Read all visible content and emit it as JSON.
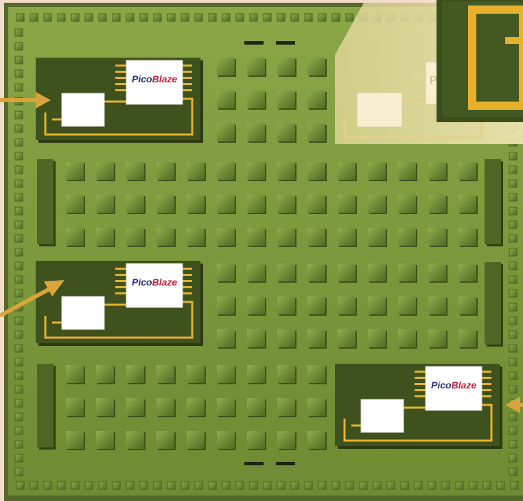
{
  "diagram": {
    "colors": {
      "background": "#f3dcc8",
      "board": "#7e9a3c",
      "board_edge": "#4f6224",
      "pad": "#5e7a2a",
      "block": "#3f521d",
      "wire": "#e8b12c",
      "arrow": "#d9a53a",
      "chip": "#ffffff",
      "logo_pico": "#2a2f7a",
      "logo_blaze": "#c0213a"
    },
    "modules": [
      {
        "id": "module-top-left",
        "logo_pico": "Pico",
        "logo_blaze": "Blaze"
      },
      {
        "id": "module-middle-left",
        "logo_pico": "Pico",
        "logo_blaze": "Blaze"
      },
      {
        "id": "module-bottom-right",
        "logo_pico": "Pico",
        "logo_blaze": "Blaze"
      }
    ],
    "faded_module_label": "P",
    "io_arrows": [
      "arrow-top-left",
      "arrow-middle-left",
      "arrow-bottom-right"
    ]
  }
}
